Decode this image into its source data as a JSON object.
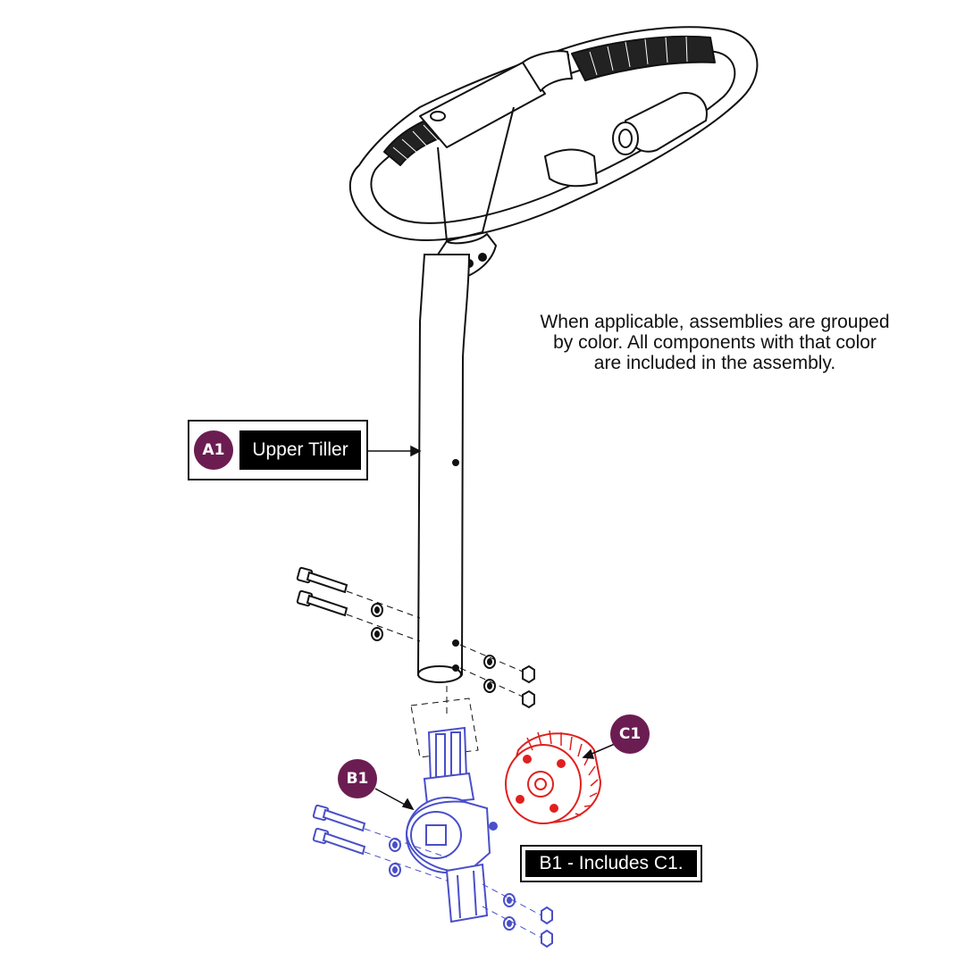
{
  "note": {
    "lines": [
      "When applicable, assemblies are grouped",
      "by color. All components with that color",
      "are included in the assembly."
    ]
  },
  "callouts": {
    "a1": {
      "id": "A1",
      "label": "Upper Tiller",
      "color": "#6b1d52"
    },
    "b1": {
      "id": "B1",
      "note": "B1 - Includes C1.",
      "color": "#6b1d52"
    },
    "c1": {
      "id": "C1",
      "color": "#6b1d52"
    }
  },
  "colors": {
    "assembly_b1": "#4a4fc9",
    "assembly_c1": "#e0201e",
    "linework": "#111111"
  }
}
